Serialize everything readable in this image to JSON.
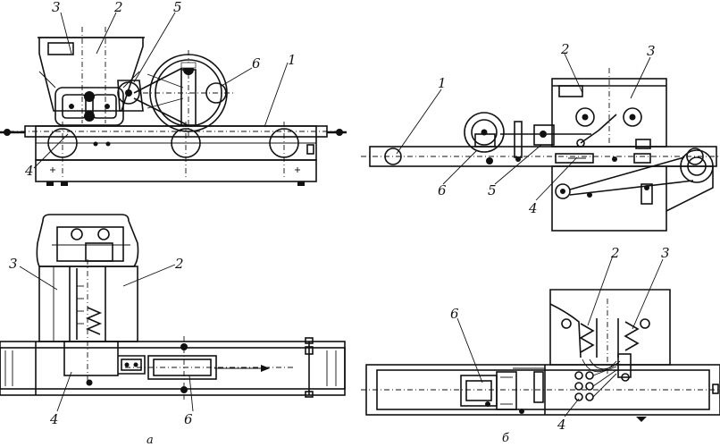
{
  "views": {
    "a": {
      "caption": "а",
      "side_view_labels": [
        "3",
        "2",
        "5",
        "6",
        "1",
        "4"
      ],
      "top_view_labels": [
        "3",
        "2",
        "4",
        "6"
      ]
    },
    "b": {
      "caption": "б",
      "side_view_labels": [
        "1",
        "2",
        "3",
        "6",
        "5",
        "4"
      ],
      "top_view_labels": [
        "2",
        "3",
        "6",
        "4"
      ]
    }
  }
}
